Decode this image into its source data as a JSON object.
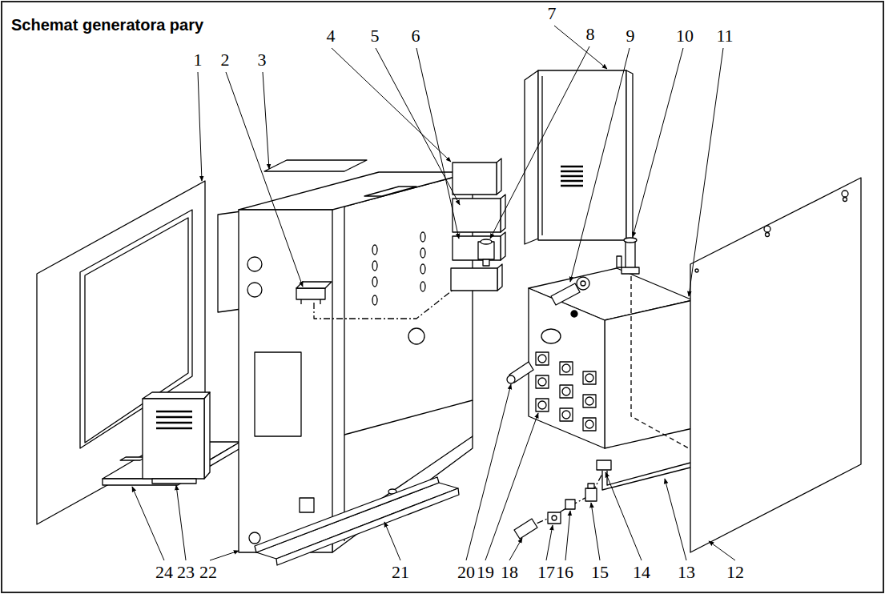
{
  "diagram": {
    "title": "Schemat generatora pary",
    "labels": [
      "1",
      "2",
      "3",
      "4",
      "5",
      "6",
      "7",
      "8",
      "9",
      "10",
      "11",
      "12",
      "13",
      "14",
      "15",
      "16",
      "17",
      "18",
      "19",
      "20",
      "21",
      "22",
      "23",
      "24"
    ]
  }
}
